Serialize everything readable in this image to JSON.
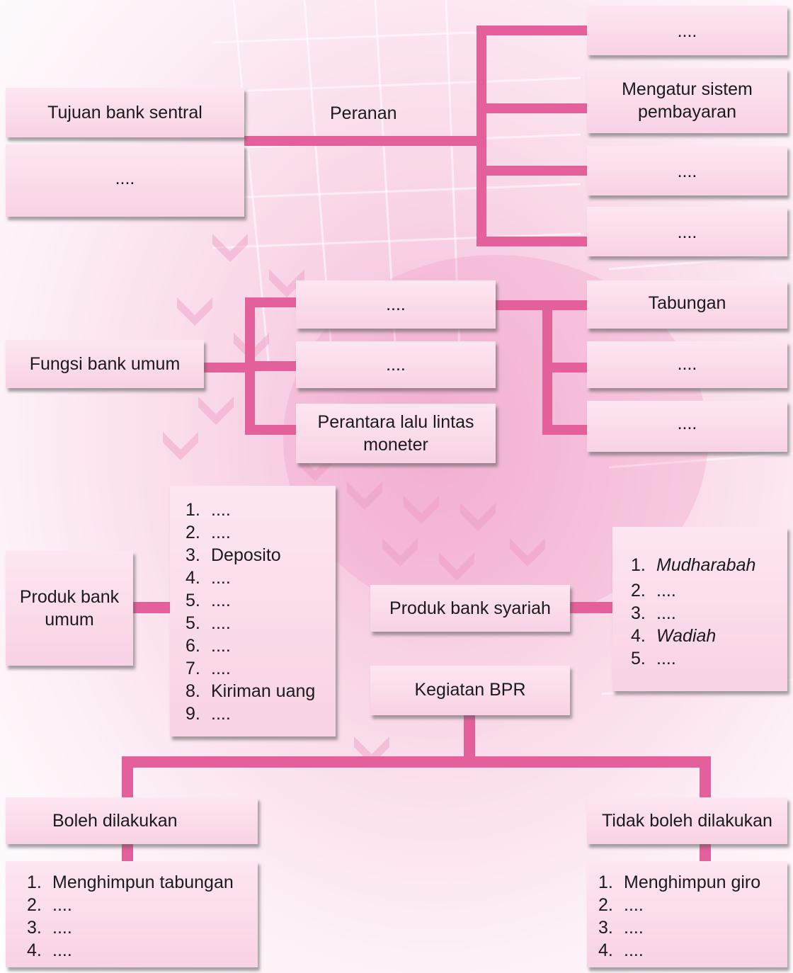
{
  "bank_sentral": {
    "tujuan_label": "Tujuan bank sentral",
    "blank_box": "....",
    "peranan_label": "Peranan",
    "peranan_items": [
      "....",
      "Mengatur sistem pembayaran",
      "....",
      "...."
    ]
  },
  "bank_umum": {
    "fungsi_label": "Fungsi bank umum",
    "fungsi_items": [
      "....",
      "....",
      "Perantara lalu lintas moneter"
    ],
    "right_items": [
      "Tabungan",
      "....",
      "...."
    ]
  },
  "produk_bank_umum": {
    "label": "Produk bank umum",
    "items": [
      {
        "num": "1.",
        "text": "...."
      },
      {
        "num": "2.",
        "text": "...."
      },
      {
        "num": "3.",
        "text": "Deposito"
      },
      {
        "num": "4.",
        "text": "...."
      },
      {
        "num": "5.",
        "text": "...."
      },
      {
        "num": "5.",
        "text": "...."
      },
      {
        "num": "6.",
        "text": "...."
      },
      {
        "num": "7.",
        "text": "...."
      },
      {
        "num": "8.",
        "text": "Kiriman uang"
      },
      {
        "num": "9.",
        "text": "...."
      }
    ]
  },
  "produk_bank_syariah": {
    "label": "Produk bank syariah",
    "items": [
      {
        "num": "1.",
        "text": "Mudharabah"
      },
      {
        "num": "2.",
        "text": "...."
      },
      {
        "num": "3.",
        "text": "...."
      },
      {
        "num": "4.",
        "text": "Wadiah"
      },
      {
        "num": "5.",
        "text": "...."
      }
    ]
  },
  "bpr": {
    "label": "Kegiatan BPR",
    "boleh_label": "Boleh dilakukan",
    "boleh_items": [
      {
        "num": "1.",
        "text": "Menghimpun tabungan"
      },
      {
        "num": "2.",
        "text": "...."
      },
      {
        "num": "3.",
        "text": "...."
      },
      {
        "num": "4.",
        "text": "...."
      }
    ],
    "tidak_label": "Tidak boleh dilakukan",
    "tidak_items": [
      {
        "num": "1.",
        "text": "Menghimpun giro"
      },
      {
        "num": "2.",
        "text": "...."
      },
      {
        "num": "3.",
        "text": "...."
      },
      {
        "num": "4.",
        "text": "...."
      }
    ]
  }
}
